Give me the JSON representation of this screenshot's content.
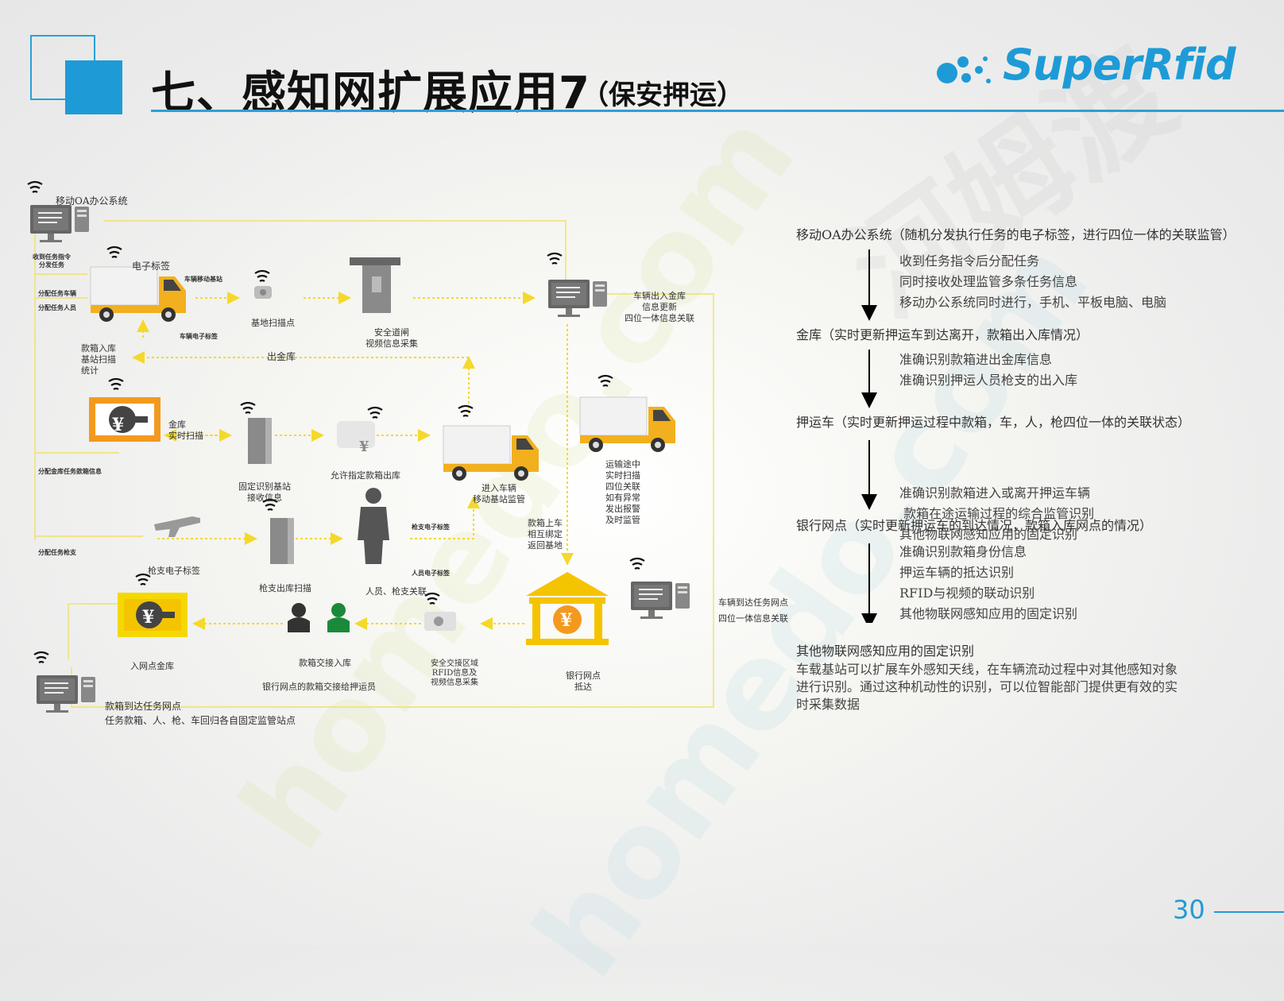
{
  "header": {
    "title": "七、感知网扩展应用7",
    "subtitle": "（保安押运）",
    "logo_text": "SuperRfid",
    "accent_color": "#1e9bd7"
  },
  "diagram": {
    "oa_system": "移动OA办公系统",
    "oa_receive": "收到任务指令",
    "oa_assign": "分发任务",
    "e_tag": "电子标签",
    "vehicle_base": "车辆移动基站",
    "vehicle_tag": "车辆电子标签",
    "assign_vehicle": "分配任务车辆",
    "assign_staff": "分配任务人员",
    "base_scan": "基地扫描点",
    "gate_line1": "安全道闸",
    "gate_line2": "视频信息采集",
    "vault_update_line1": "车辆出入金库",
    "vault_update_line2": "信息更新",
    "vault_update_line3": "四位一体信息关联",
    "inbound_line1": "款箱入库",
    "inbound_line2": "基站扫描",
    "inbound_line3": "统计",
    "out_vault": "出金库",
    "vault_line1": "金库",
    "vault_line2": "实时扫描",
    "assign_box": "分配金库任务款箱信息",
    "fixed_base_line1": "固定识别基站",
    "fixed_base_line2": "接收信息",
    "allow_box": "允许指定款箱出库",
    "enter_vehicle_line1": "进入车辆",
    "enter_vehicle_line2": "移动基站监管",
    "transit_lines": [
      "运输途中",
      "实时扫描",
      "四位关联",
      "如有异常",
      "发出报警",
      "及时监管"
    ],
    "box_bind_lines": [
      "款箱上车",
      "相互绑定",
      "返回基地"
    ],
    "assign_gun": "分配任务枪支",
    "gun_tag": "枪支电子标签",
    "gun_out": "枪支出库扫描",
    "gun_tag_small": "枪支电子标签",
    "staff_tag_small": "人员电子标签",
    "staff_gun": "人员、枪支关联",
    "bank_arrive_line1": "车辆到达任务网点",
    "bank_arrive_line2": "四位一体信息关联",
    "bank_vault": "入网点金库",
    "box_handover": "款箱交接入库",
    "handover_desc": "银行网点的款箱交接给押运员",
    "handover_zone_lines": [
      "安全交接区域",
      "RFID信息及",
      "视频信息采集"
    ],
    "bank_line1": "银行网点",
    "bank_line2": "抵达",
    "return_line1": "款箱到达任务网点",
    "return_line2": "任务款箱、人、枪、车回归各自固定监管站点",
    "currency_symbol": "¥",
    "colors": {
      "yellow": "#f5c400",
      "orange": "#f39a1e",
      "arrow": "#f4d92a",
      "gray": "#6b6b6b"
    }
  },
  "flow": {
    "stages": [
      {
        "title": "移动OA办公系统（随机分发执行任务的电子标签，进行四位一体的关联监管）",
        "items": [
          "收到任务指令后分配任务",
          "同时接收处理监管多条任务信息",
          "移动办公系统同时进行，手机、平板电脑、电脑"
        ]
      },
      {
        "title": "金库（实时更新押运车到达离开，款箱出入库情况）",
        "items": [
          "准确识别款箱进出金库信息",
          "准确识别押运人员枪支的出入库"
        ]
      },
      {
        "title": "押运车（实时更新押运过程中款箱，车，人，枪四位一体的关联状态）",
        "items": [
          "准确识别款箱进入或离开押运车辆",
          " 款箱在途运输过程的综合监管识别",
          "其他物联网感知应用的固定识别"
        ]
      },
      {
        "title": "银行网点（实时更新押运车的到达情况，款箱入库网点的情况）",
        "items": [
          "准确识别款箱身份信息",
          "押运车辆的抵达识别",
          "RFID与视频的联动识别",
          "其他物联网感知应用的固定识别"
        ]
      }
    ],
    "footer_title": "其他物联网感知应用的固定识别",
    "footer_lines": [
      "车载基站可以扩展车外感知天线，在车辆流动过程中对其他感知对象",
      "进行识别。通过这种机动性的识别，可以位智能部门提供更有效的实",
      "时采集数据"
    ]
  },
  "page_number": "30"
}
